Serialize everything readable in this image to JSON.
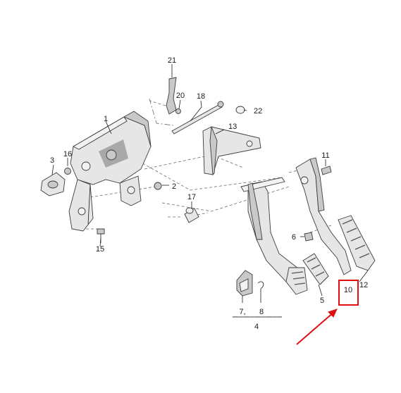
{
  "diagram": {
    "callouts": {
      "p1": "1",
      "p2": "2",
      "p3": "3",
      "p4": "4",
      "p5": "5",
      "p6": "6",
      "p7": "7",
      "p8": "8",
      "p10": "10",
      "p11": "11",
      "p12": "12",
      "p13": "13",
      "p15": "15",
      "p16": "16",
      "p17": "17",
      "p18": "18",
      "p20": "20",
      "p21": "21",
      "p22": "22"
    },
    "callout_7_suffix": ",",
    "highlight": {
      "target": "10",
      "box_color": "#e01010",
      "arrow_color": "#e01010"
    }
  }
}
